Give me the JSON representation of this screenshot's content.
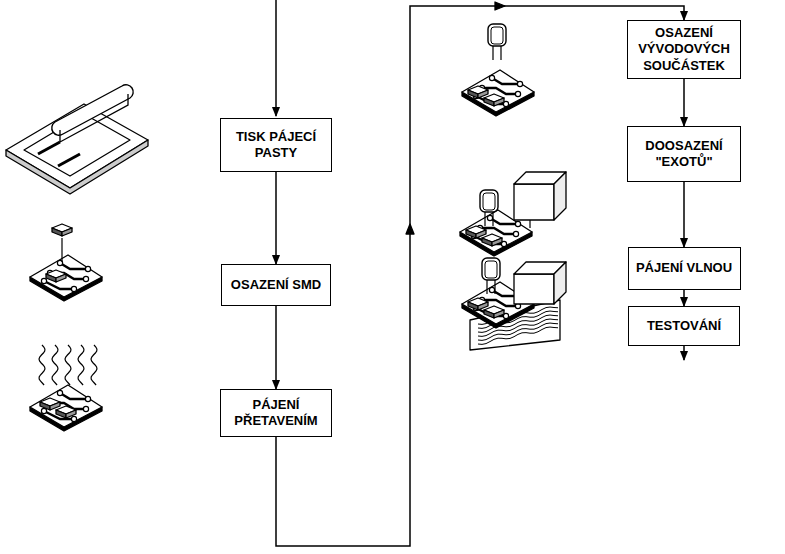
{
  "diagram": {
    "nodes": [
      {
        "text": [
          "TISK PÁJECÍ PASTY"
        ]
      },
      {
        "text": [
          "OSAZENÍ SMD"
        ]
      },
      {
        "text": [
          "PÁJENÍ PŘETAVENÍM"
        ]
      },
      {
        "text": [
          "OSAZENÍ VÝVODOVÝCH SOUČÁSTEK"
        ]
      },
      {
        "text": [
          "DOOSAZENÍ \"EXOTŮ\""
        ]
      },
      {
        "text": [
          "PÁJENÍ VLNOU"
        ]
      },
      {
        "text": [
          "TESTOVÁNÍ"
        ]
      }
    ],
    "edges": [
      {
        "from": 0,
        "to": 1,
        "arrow": "to"
      },
      {
        "from": 1,
        "to": 2,
        "arrow": "to"
      },
      {
        "from": 2,
        "to": 3,
        "arrow": "to"
      },
      {
        "from": 3,
        "to": 4,
        "arrow": "to"
      },
      {
        "from": 4,
        "to": 5,
        "arrow": "to"
      },
      {
        "from": 5,
        "to": 6,
        "arrow": "to"
      }
    ]
  }
}
